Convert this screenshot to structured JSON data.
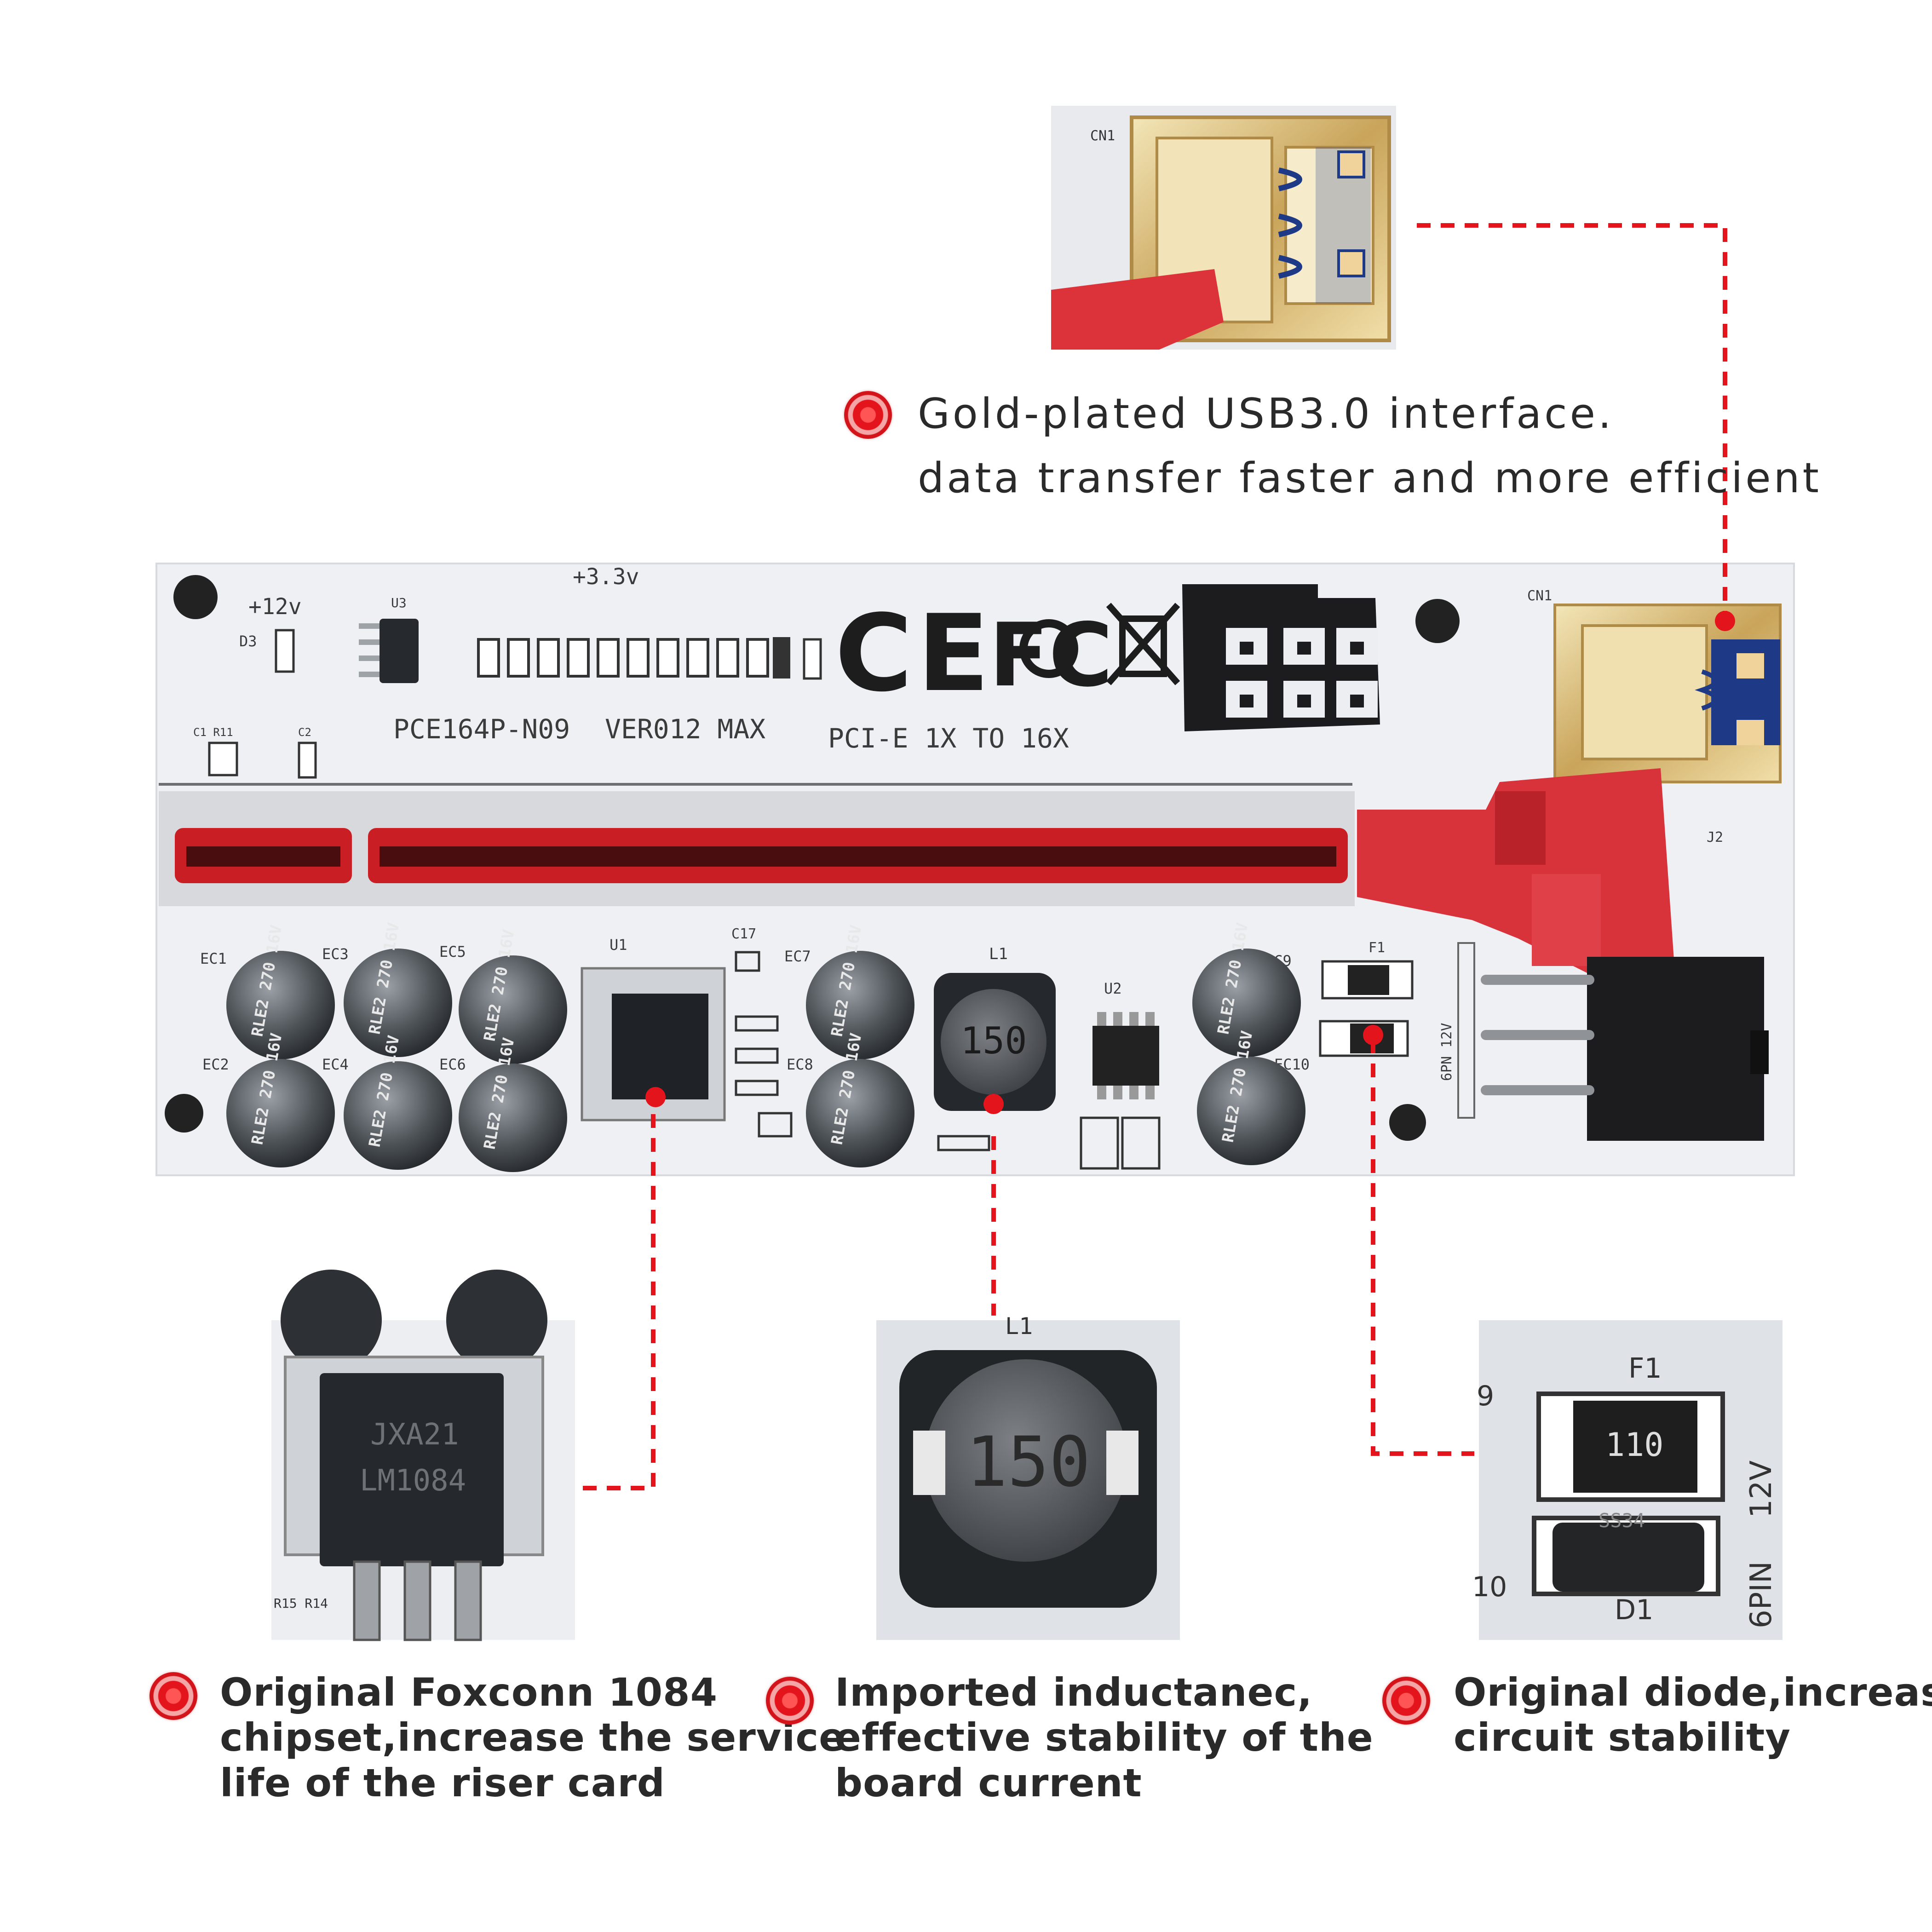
{
  "colors": {
    "accent_red": "#e3141c",
    "pcb_white": "#eef0f4",
    "connector_red": "#d8323a",
    "gold": "#c9a45a"
  },
  "board": {
    "model": "PCE164P-N09",
    "version": "VER012 MAX",
    "interface": "PCI-E 1X TO 16X",
    "v12": "+12v",
    "v33": "+3.3v",
    "d3": "D3",
    "u3": "U3",
    "c1r11": "C1 R11",
    "c2": "C2",
    "u1": "U1",
    "c17": "C17",
    "l1": "L1",
    "u2": "U2",
    "f1": "F1",
    "j2": "J2",
    "cn1": "CN1",
    "pin_label": "6PN 12V",
    "ce": "CE",
    "fcc": "FC",
    "caps": [
      "EC1",
      "EC2",
      "EC3",
      "EC4",
      "EC5",
      "EC6",
      "EC7",
      "EC8",
      "EC9",
      "EC10"
    ],
    "cap_marking": "RLE2 270 16V",
    "inductor_code": "150"
  },
  "callouts": {
    "usb": {
      "lines": [
        "Gold-plated USB3.0 interface.",
        "data transfer faster and more efficient"
      ]
    },
    "chipset": {
      "lines": [
        "Original Foxconn 1084",
        "chipset,increase the service",
        "life of the riser card"
      ]
    },
    "inductor": {
      "lines": [
        "Imported inductanec,",
        "effective stability of the",
        "board current"
      ]
    },
    "diode": {
      "lines": [
        "Original diode,increase",
        "circuit stability"
      ]
    }
  },
  "zoom": {
    "usb_label": "CN1",
    "chip_line1": "JXA21",
    "chip_line2": "LM1084",
    "chip_res": "R15 R14",
    "inductor_label": "L1",
    "inductor_code": "150",
    "fuse_label": "F1",
    "fuse_code": "110",
    "diode_code": "SS34",
    "diode_label": "D1",
    "side_12v": "12V",
    "side_6pin": "6PIN",
    "edge_9": "9",
    "edge_10": "10"
  }
}
